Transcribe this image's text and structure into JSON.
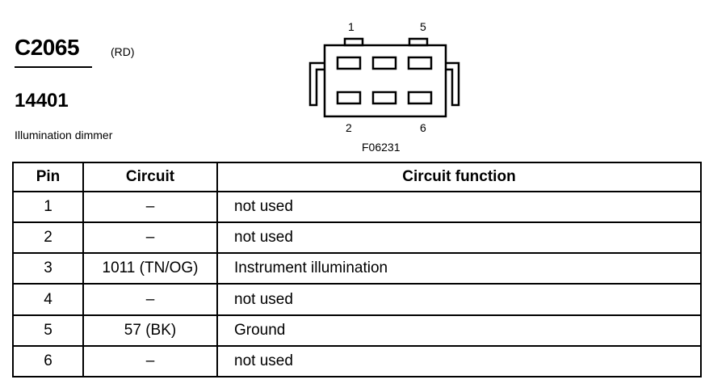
{
  "header": {
    "connector_id": "C2065",
    "connector_color": "(RD)",
    "part_number": "14401",
    "description": "Illumination dimmer"
  },
  "diagram": {
    "pin_labels": [
      "1",
      "5",
      "2",
      "6"
    ],
    "figure_id": "F06231"
  },
  "table": {
    "headers": [
      "Pin",
      "Circuit",
      "Circuit function"
    ],
    "rows": [
      {
        "pin": "1",
        "circuit": "–",
        "function": "not used"
      },
      {
        "pin": "2",
        "circuit": "–",
        "function": "not used"
      },
      {
        "pin": "3",
        "circuit": "1011 (TN/OG)",
        "function": "Instrument illumination"
      },
      {
        "pin": "4",
        "circuit": "–",
        "function": "not used"
      },
      {
        "pin": "5",
        "circuit": "57 (BK)",
        "function": "Ground"
      },
      {
        "pin": "6",
        "circuit": "–",
        "function": "not used"
      }
    ]
  }
}
